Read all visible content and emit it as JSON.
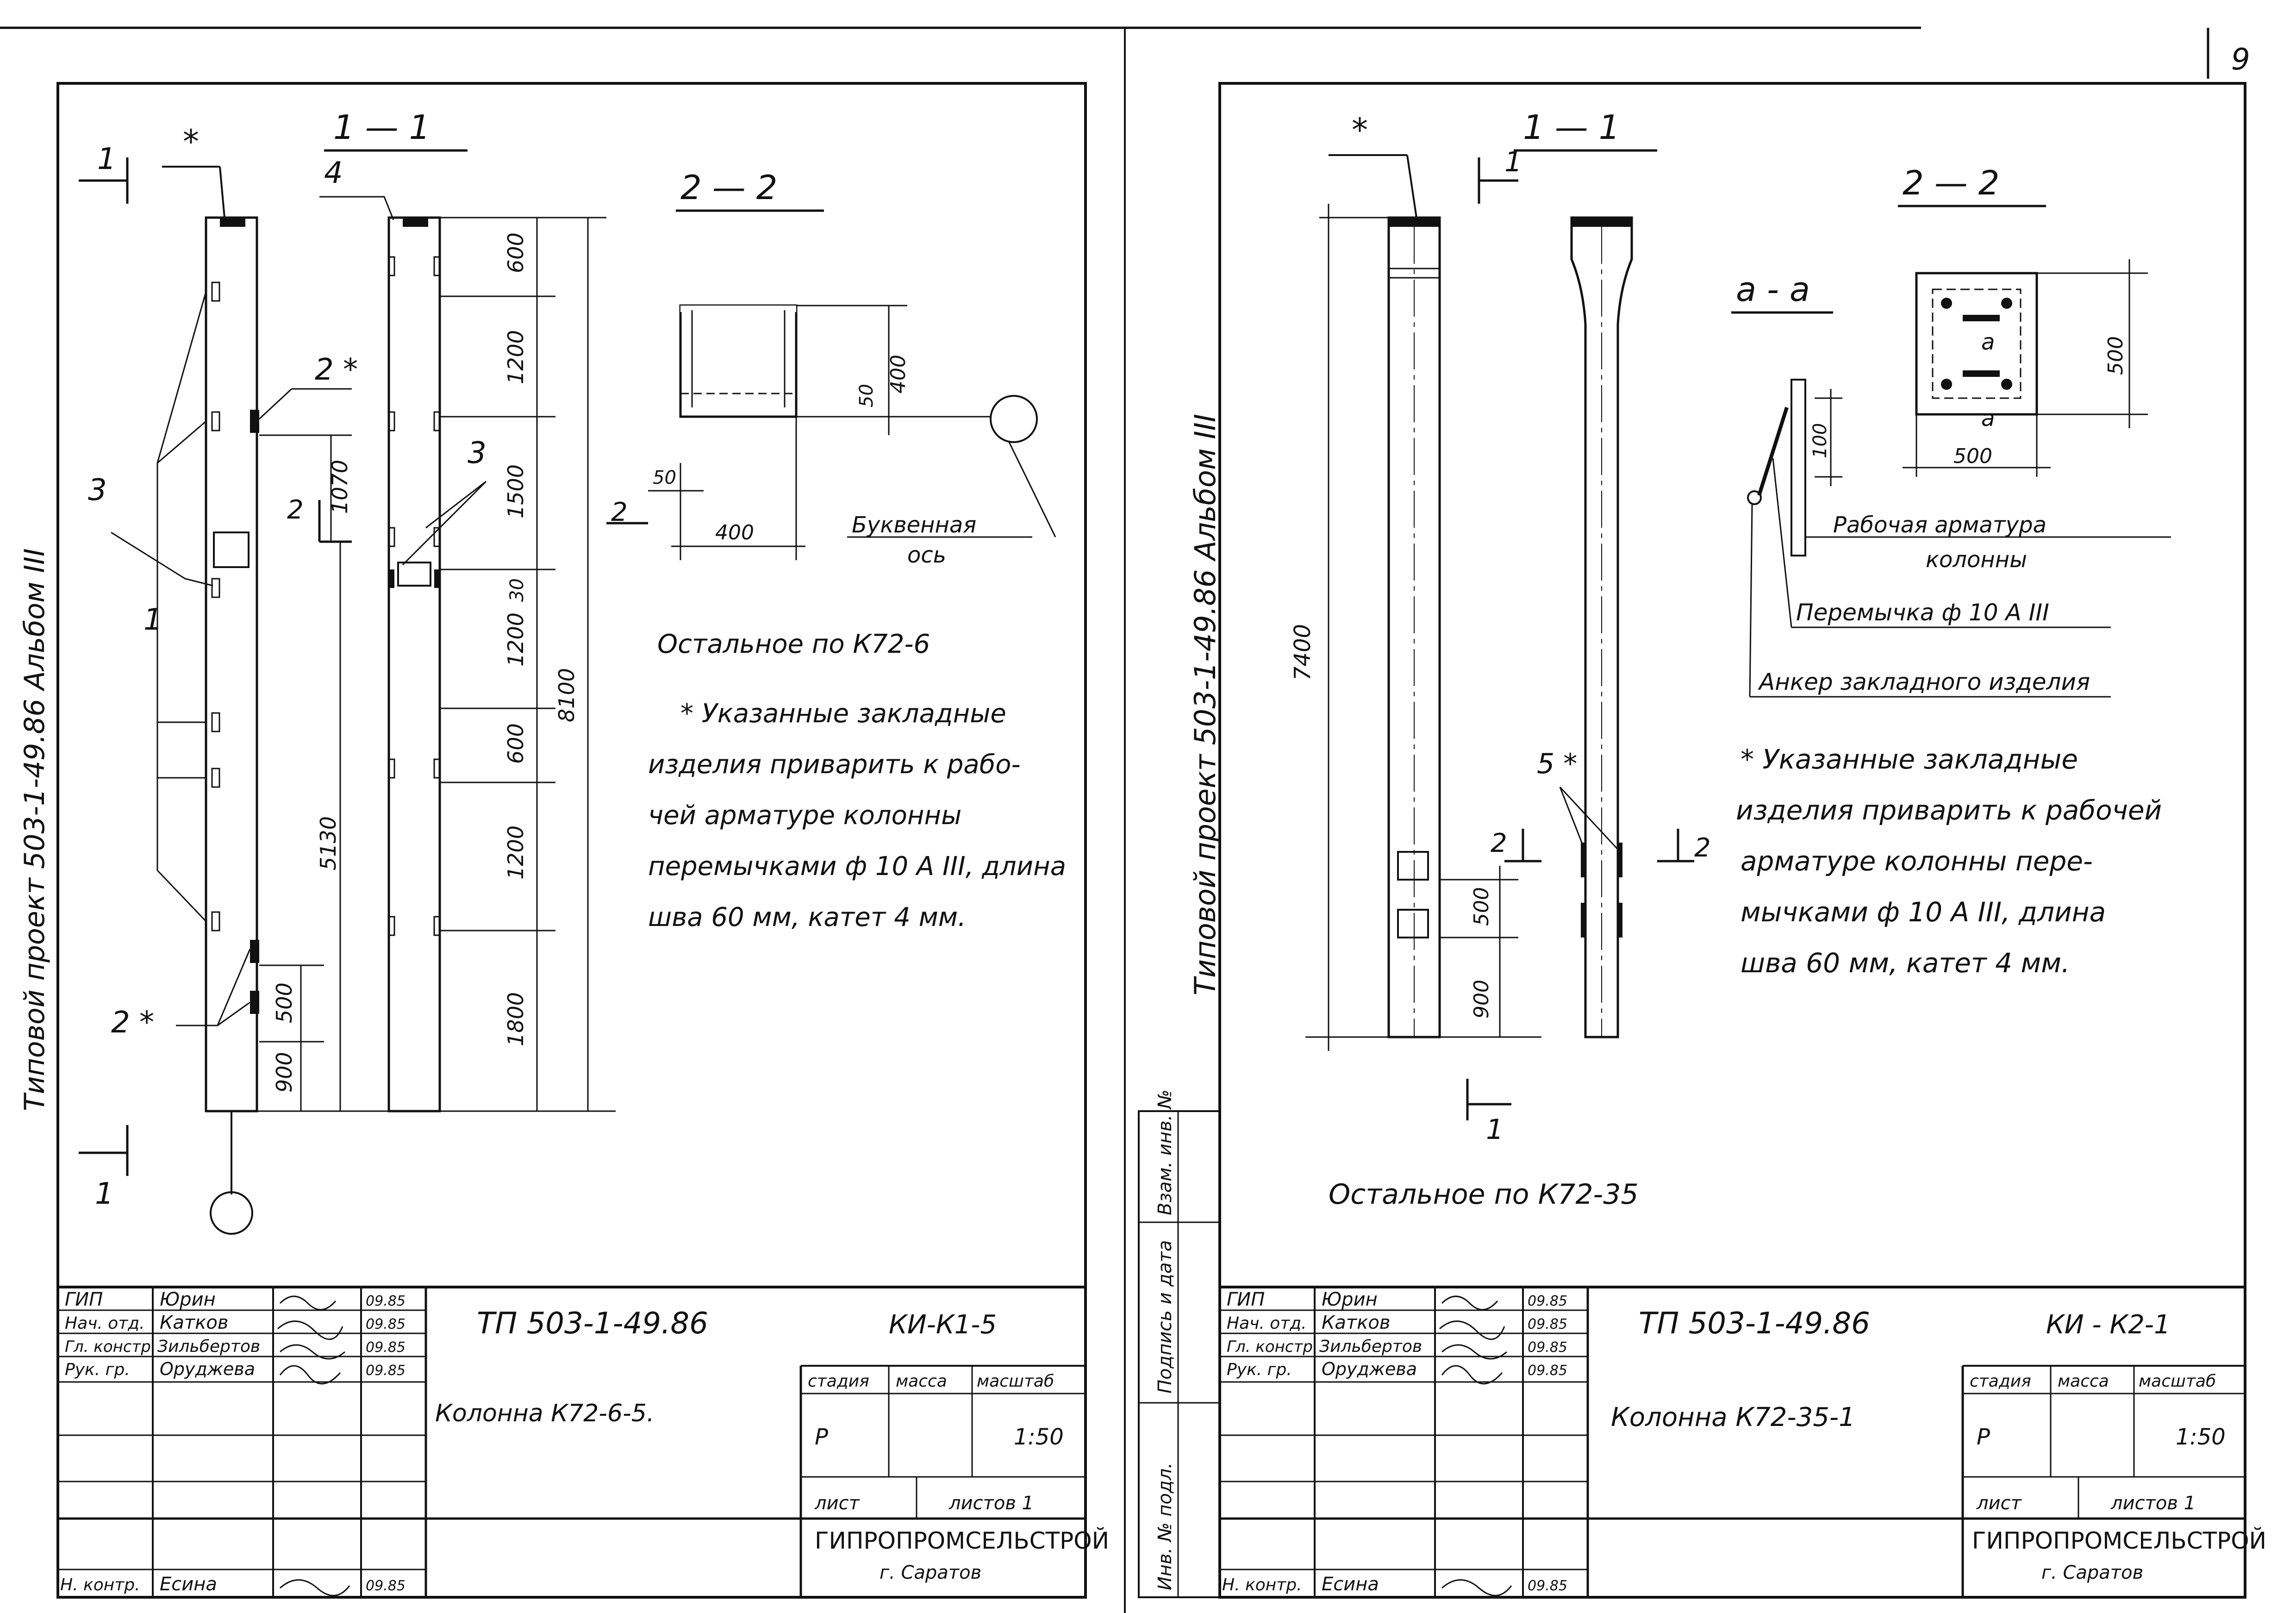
{
  "page_number": "9",
  "left_sheet": {
    "margin_text": "Типовой проект 503-1-49.86 Альбом III",
    "section_1_1": "1 — 1",
    "section_2_2": "2 — 2",
    "mark_star": "*",
    "mark_1": "1",
    "mark_2": "2",
    "mark_2star": "2 *",
    "mark_3": "3",
    "mark_4": "4",
    "mark_cut_1_top": "1",
    "mark_cut_1_bottom": "1",
    "mark_cut_2": "2",
    "dims_right": [
      "600",
      "1200",
      "1500",
      "1200",
      "600",
      "1200",
      "1800"
    ],
    "dim_overall": "8100",
    "dim_5130": "5130",
    "dim_1070": "1070",
    "dim_30": "30",
    "dim_500": "500",
    "dim_900": "900",
    "sec_dim_50_a": "50",
    "sec_dim_400_v": "400",
    "sec_dim_50_b": "50",
    "sec_dim_400_h": "400",
    "axis_label_1": "Буквенная",
    "axis_label_2": "ось",
    "note_other": "Остальное по К72-6",
    "note_lines": [
      "* Указанные закладные",
      "изделия приварить к рабо-",
      "чей арматуре колонны",
      "перемычками ф 10 А III, длина",
      "шва 60 мм, катет 4 мм."
    ],
    "title_block": {
      "roles": [
        "ГИП",
        "Нач. отд.",
        "Гл. констр.",
        "Рук. гр."
      ],
      "names": [
        "Юрин",
        "Катков",
        "Зильбертов",
        "Оруджева"
      ],
      "dates": [
        "09.85",
        "09.85",
        "09.85",
        "09.85"
      ],
      "control_role": "Н. контр.",
      "control_name": "Есина",
      "control_date": "09.85",
      "project_code": "ТП 503-1-49.86",
      "sheet_code": "КИ-К1-5",
      "item_name": "Колонна К72-6-5.",
      "stage_header": "стадия",
      "mass_header": "масса",
      "scale_header": "масштаб",
      "stage": "Р",
      "scale": "1:50",
      "sheet_label": "лист",
      "sheets_label": "листов 1",
      "org": "ГИПРОПРОМСЕЛЬСТРОЙ",
      "city": "г. Саратов"
    }
  },
  "right_sheet": {
    "margin_text": "Типовой проект 503-1-49.86 Альбом III",
    "stamp_cells": [
      "Взам. инв. №",
      "Подпись и дата",
      "Инв. № подл."
    ],
    "section_1_1": "1 — 1",
    "section_2_2": "2 — 2",
    "section_a_a": "a - a",
    "mark_star": "*",
    "mark_5star": "5 *",
    "mark_cut_1_top": "1",
    "mark_cut_1_bottom": "1",
    "mark_cut_2_left": "2",
    "mark_cut_2_right": "2",
    "mark_a_top": "a",
    "mark_a_bottom": "a",
    "dim_7400": "7400",
    "dim_500": "500",
    "dim_900": "900",
    "sec_dim_500_v": "500",
    "sec_dim_500_h": "500",
    "sec_dim_100": "100",
    "leader_1": "Рабочая арматура",
    "leader_1b": "колонны",
    "leader_2": "Перемычка ф 10 А III",
    "leader_3": "Анкер закладного изделия",
    "note_other": "Остальное по К72-35",
    "note_lines": [
      "* Указанные закладные",
      "изделия приварить к рабочей",
      "арматуре колонны пере-",
      "мычками ф 10 А III, длина",
      "шва 60 мм, катет 4 мм."
    ],
    "title_block": {
      "roles": [
        "ГИП",
        "Нач. отд.",
        "Гл. констр.",
        "Рук. гр."
      ],
      "names": [
        "Юрин",
        "Катков",
        "Зильбертов",
        "Оруджева"
      ],
      "dates": [
        "09.85",
        "09.85",
        "09.85",
        "09.85"
      ],
      "control_role": "Н. контр.",
      "control_name": "Есина",
      "control_date": "09.85",
      "project_code": "ТП 503-1-49.86",
      "sheet_code": "КИ - К2-1",
      "item_name": "Колонна К72-35-1",
      "stage_header": "стадия",
      "mass_header": "масса",
      "scale_header": "масштаб",
      "stage": "Р",
      "scale": "1:50",
      "sheet_label": "лист",
      "sheets_label": "листов 1",
      "org": "ГИПРОПРОМСЕЛЬСТРОЙ",
      "city": "г. Саратов"
    }
  }
}
